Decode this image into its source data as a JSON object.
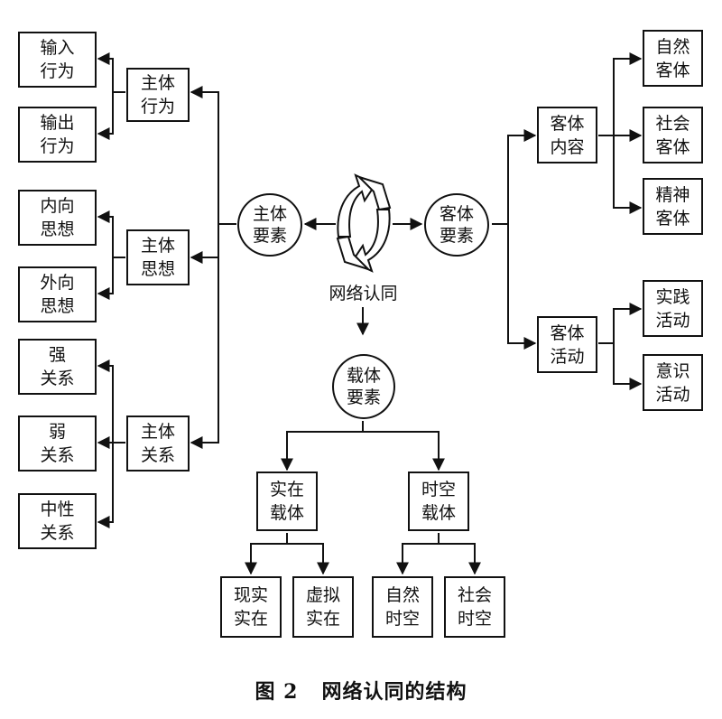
{
  "center": {
    "label": "网络认同"
  },
  "subject": {
    "element": [
      "主体",
      "要素"
    ],
    "behavior": {
      "title": [
        "主体",
        "行为"
      ],
      "children": [
        [
          "输入",
          "行为"
        ],
        [
          "输出",
          "行为"
        ]
      ]
    },
    "thought": {
      "title": [
        "主体",
        "思想"
      ],
      "children": [
        [
          "内向",
          "思想"
        ],
        [
          "外向",
          "思想"
        ]
      ]
    },
    "relation": {
      "title": [
        "主体",
        "关系"
      ],
      "children": [
        [
          "强",
          "关系"
        ],
        [
          "弱",
          "关系"
        ],
        [
          "中性",
          "关系"
        ]
      ]
    }
  },
  "object": {
    "element": [
      "客体",
      "要素"
    ],
    "content": {
      "title": [
        "客体",
        "内容"
      ],
      "children": [
        [
          "自然",
          "客体"
        ],
        [
          "社会",
          "客体"
        ],
        [
          "精神",
          "客体"
        ]
      ]
    },
    "activity": {
      "title": [
        "客体",
        "活动"
      ],
      "children": [
        [
          "实践",
          "活动"
        ],
        [
          "意识",
          "活动"
        ]
      ]
    }
  },
  "carrier": {
    "element": [
      "载体",
      "要素"
    ],
    "real": {
      "title": [
        "实在",
        "载体"
      ],
      "children": [
        [
          "现实",
          "实在"
        ],
        [
          "虚拟",
          "实在"
        ]
      ]
    },
    "spacetime": {
      "title": [
        "时空",
        "载体"
      ],
      "children": [
        [
          "自然",
          "时空"
        ],
        [
          "社会",
          "时空"
        ]
      ]
    }
  },
  "caption": {
    "figure": "图 2",
    "title": "网络认同的结构"
  }
}
